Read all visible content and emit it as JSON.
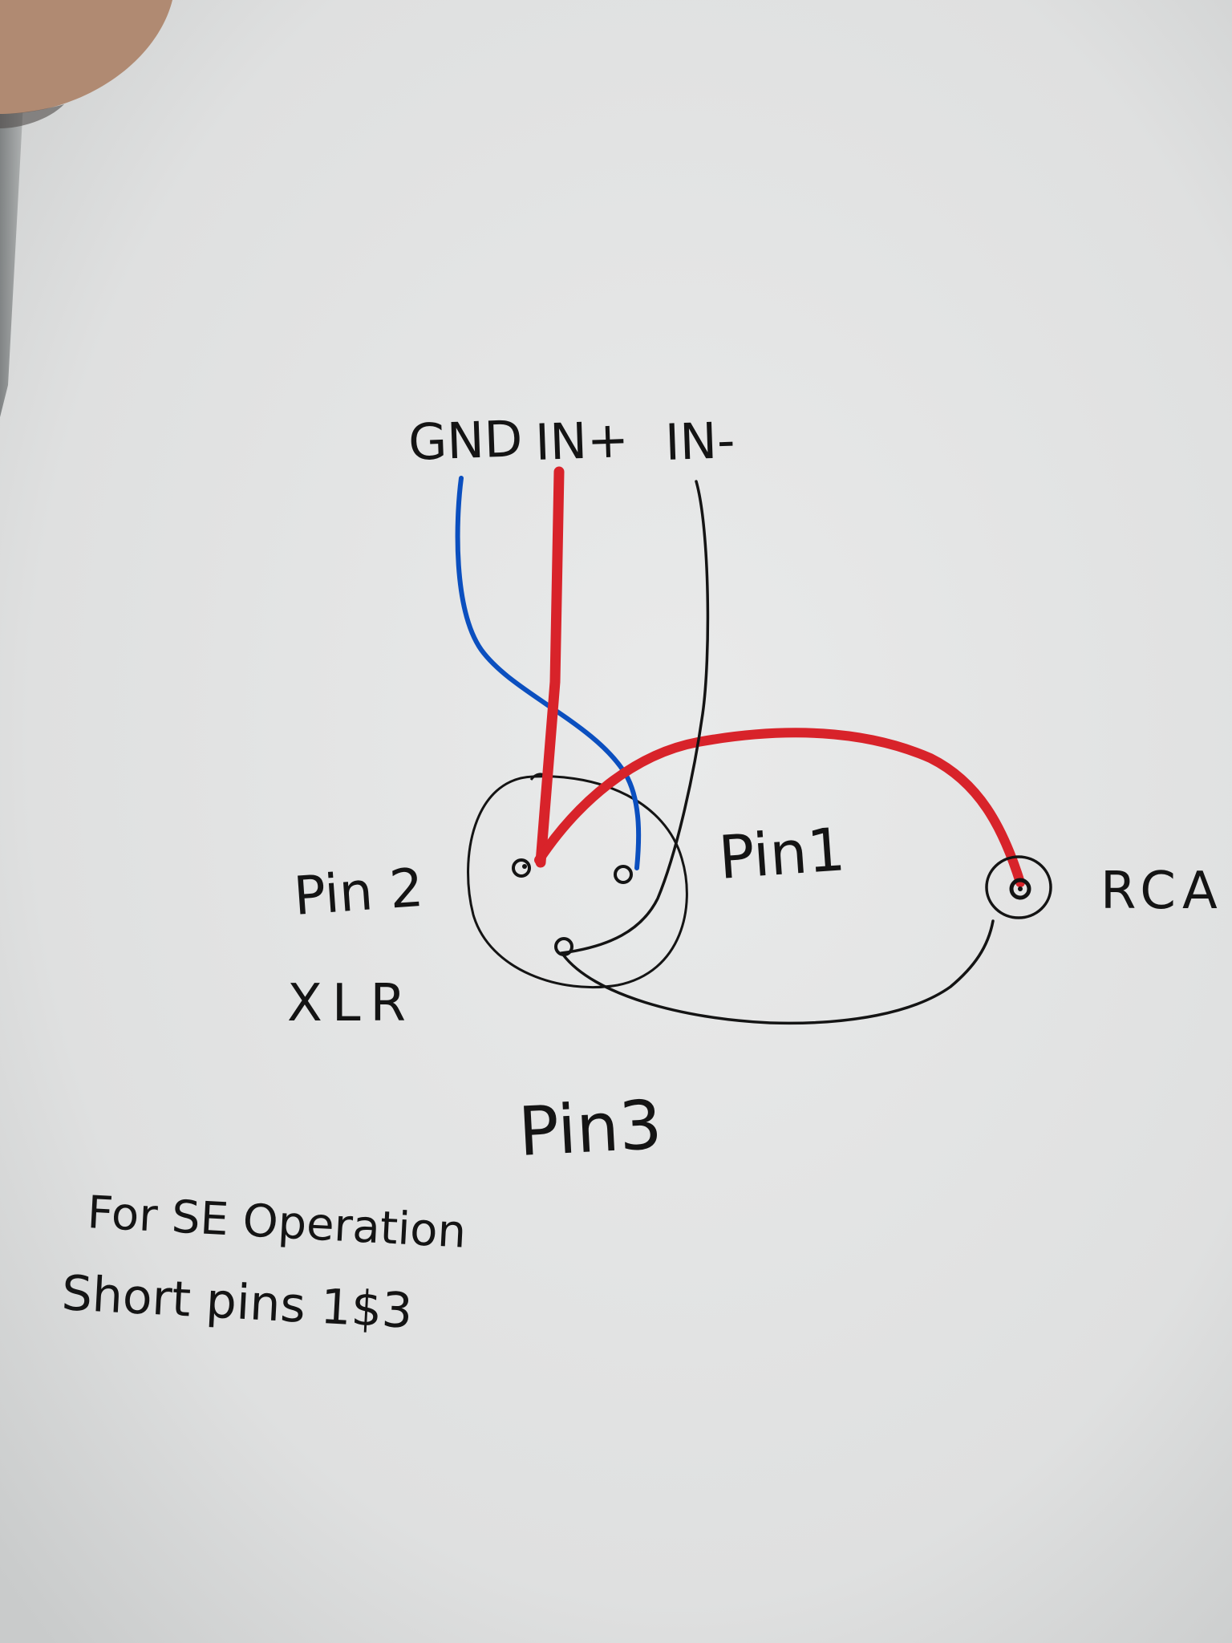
{
  "labels": {
    "gnd": "GND",
    "in_plus": "IN+",
    "in_minus": "IN-",
    "pin1": "Pin1",
    "pin2": "Pin 2",
    "pin3": "Pin3",
    "xlr": "XLR",
    "rca": "RCA"
  },
  "note": {
    "line1": "For SE Operation",
    "line2": "Short pins 1$3"
  },
  "colors": {
    "paper": "#e2e3e3",
    "ink_black": "#141414",
    "wire_red": "#d8232a",
    "wire_blue": "#0b4fbf",
    "thumb": "#b08a72"
  }
}
